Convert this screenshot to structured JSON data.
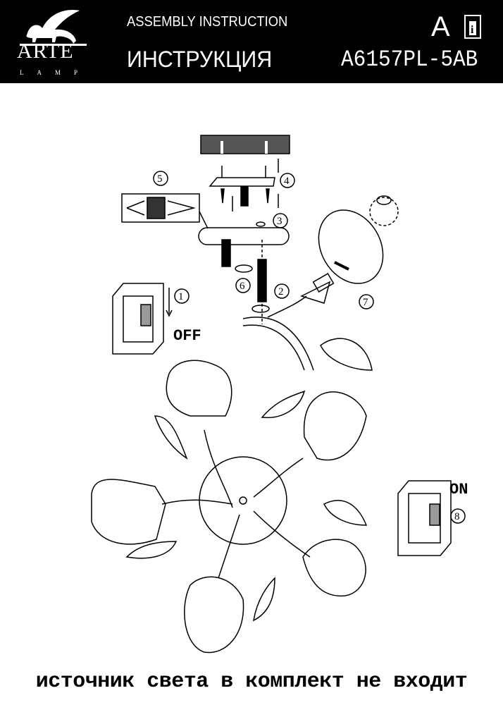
{
  "header": {
    "brand": "ARTE",
    "brand_sub": "LAMP",
    "title_en": "ASSEMBLY INSTRUCTION",
    "title_ru": "ИНСТРУКЦИЯ",
    "lang_letter": "A",
    "info_icon": "info-book-icon",
    "model": "A6157PL-5AB"
  },
  "steps": [
    "1",
    "2",
    "3",
    "4",
    "5",
    "6",
    "7",
    "8"
  ],
  "switch_off": "OFF",
  "switch_on": "ON",
  "footer": "источник света в комплект не входит"
}
